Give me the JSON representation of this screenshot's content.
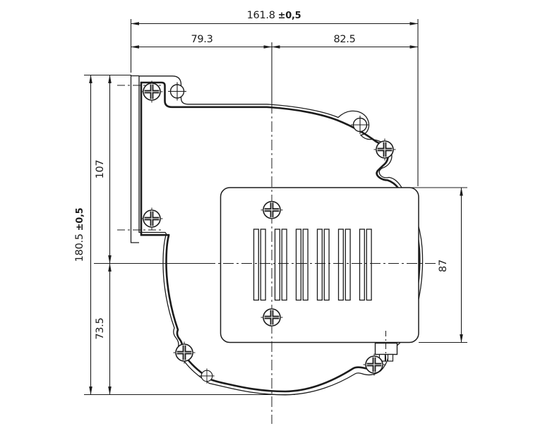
{
  "drawing": {
    "subject": "centrifugal-blower-fan-front-view-dimension-drawing",
    "line_color": "#1c1c1c",
    "background_color": "#ffffff",
    "vent_slot_groups": 6,
    "dimensions": {
      "overall_width": {
        "value": "161.8",
        "tolerance": "±0,5"
      },
      "inlet_to_axis": {
        "value": "79.3"
      },
      "axis_to_right": {
        "value": "82.5"
      },
      "overall_height": {
        "value": "180.5",
        "tolerance": "±0,5"
      },
      "top_to_axis": {
        "value": "107"
      },
      "axis_to_bottom": {
        "value": "73.5"
      },
      "motor_cover_height": {
        "value": "87"
      }
    }
  }
}
